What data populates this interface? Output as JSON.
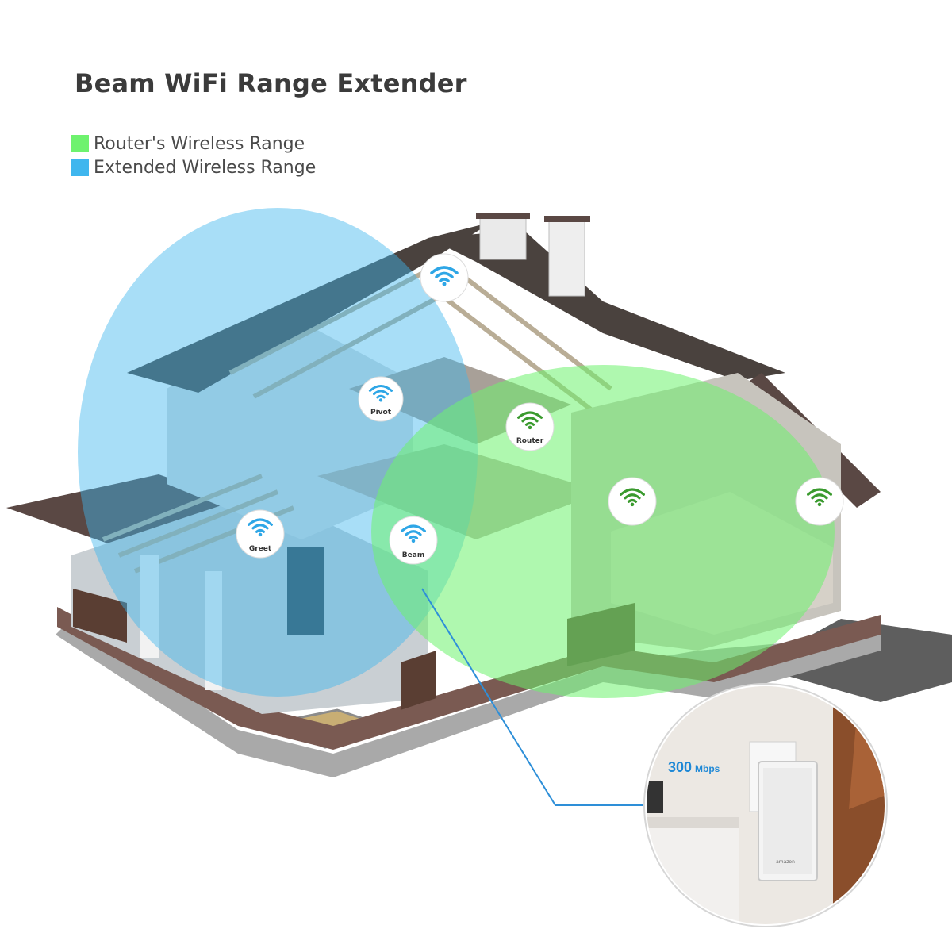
{
  "header": {
    "title": "Beam WiFi Range Extender"
  },
  "legend": {
    "items": [
      {
        "label": "Router's Wireless Range",
        "color": "#6ef26e"
      },
      {
        "label": "Extended Wireless Range",
        "color": "#3fb6ee"
      }
    ]
  },
  "devices": {
    "top": {
      "label": ""
    },
    "pivot": {
      "label": "Pivot"
    },
    "router": {
      "label": "Router"
    },
    "greet": {
      "label": "Greet"
    },
    "beam": {
      "label": "Beam"
    },
    "right_mid": {
      "label": ""
    },
    "right_far": {
      "label": ""
    }
  },
  "inset": {
    "speed_value": "300",
    "speed_unit": "Mbps",
    "brand": "amazon"
  },
  "icons": {
    "wifi_extended": "wifi-icon-blue",
    "wifi_router": "wifi-icon-green"
  },
  "colors": {
    "extended_range": "#3fb6ee",
    "router_range": "#6ef26e",
    "roof": "#4a423e",
    "brick": "#6a4e46"
  }
}
